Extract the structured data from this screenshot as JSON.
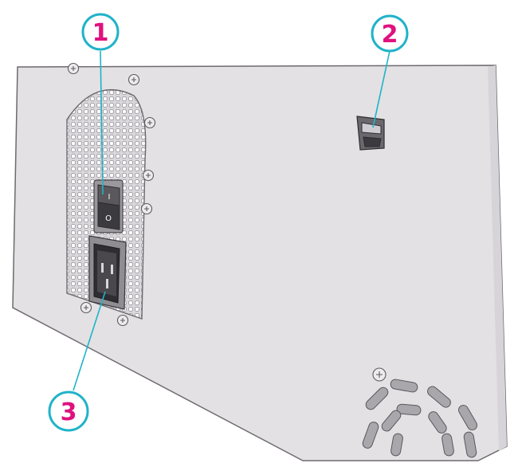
{
  "colors": {
    "panel_fill": "#e3e1e4",
    "panel_edge": "#6e6a70",
    "vent_hole": "#ffffff",
    "callout_ring": "#1fb3c9",
    "callout_text": "#e0117f",
    "leader_line": "#1fb3c9",
    "rocker": "#3b3a3e",
    "socket": "#2e2d31"
  },
  "callouts": [
    {
      "label": "1",
      "target": "power-switch"
    },
    {
      "label": "2",
      "target": "cable-clip"
    },
    {
      "label": "3",
      "target": "power-inlet"
    }
  ],
  "switch": {
    "on_symbol": "I",
    "off_symbol": "O"
  }
}
